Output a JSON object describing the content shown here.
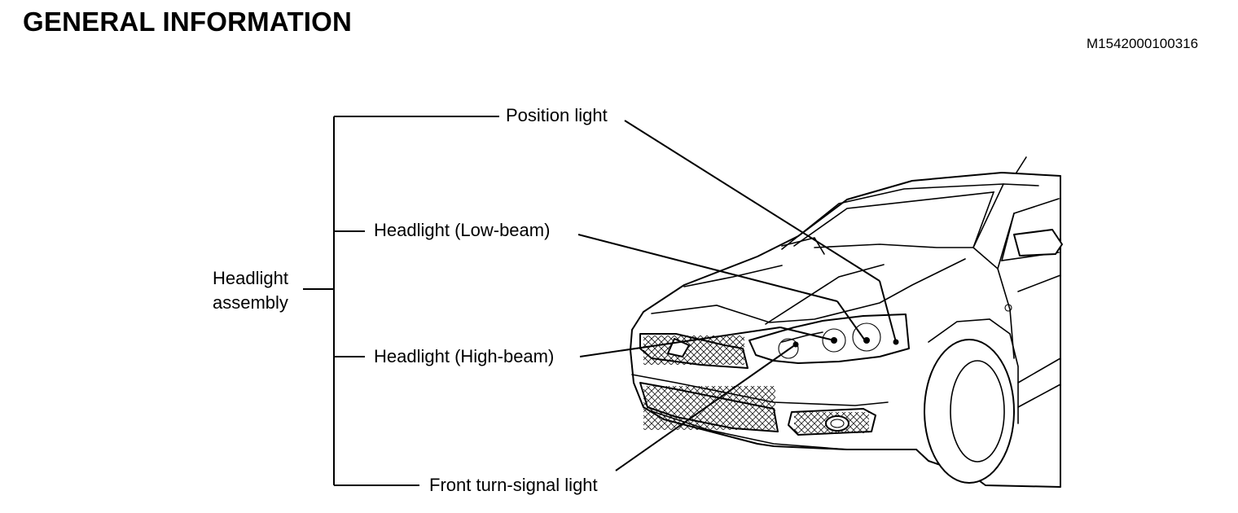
{
  "header": {
    "title": "GENERAL INFORMATION",
    "figure_code": "M1542000100316"
  },
  "diagram": {
    "group_label": {
      "line1": "Headlight",
      "line2": "assembly"
    },
    "callouts": [
      {
        "label": "Position light"
      },
      {
        "label": "Headlight (Low-beam)"
      },
      {
        "label": "Headlight (High-beam)"
      },
      {
        "label": "Front turn-signal light"
      }
    ]
  }
}
